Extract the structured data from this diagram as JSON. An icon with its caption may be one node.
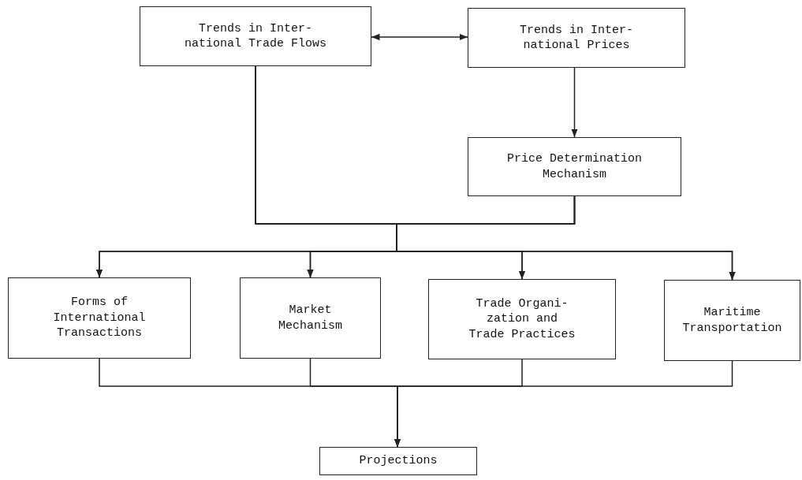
{
  "diagram": {
    "nodes": [
      {
        "text": [
          "Trends in Inter- national Trade Flows"
        ]
      },
      {
        "text": [
          "Trends in Inter- national Prices"
        ]
      },
      {
        "text": [
          "Price Determination Mechanism"
        ]
      },
      {
        "text": [
          "Forms of International Transactions"
        ]
      },
      {
        "text": [
          "Market Mechanism"
        ]
      },
      {
        "text": [
          "Trade Organi- zation and Trade Practices"
        ]
      },
      {
        "text": [
          "Maritime Transportation"
        ]
      },
      {
        "text": [
          "Projections"
        ]
      }
    ],
    "edges": [
      {
        "from": 0,
        "to": 1,
        "arrow": "both"
      },
      {
        "from": 1,
        "to": 2,
        "arrow": "to"
      },
      {
        "from": 0,
        "to": 3,
        "arrow": "to"
      },
      {
        "from": 0,
        "to": 4,
        "arrow": "to"
      },
      {
        "from": 0,
        "to": 5,
        "arrow": "to"
      },
      {
        "from": 0,
        "to": 6,
        "arrow": "to"
      },
      {
        "from": 2,
        "to": 3,
        "arrow": "to"
      },
      {
        "from": 2,
        "to": 4,
        "arrow": "to"
      },
      {
        "from": 2,
        "to": 5,
        "arrow": "to"
      },
      {
        "from": 2,
        "to": 6,
        "arrow": "to"
      },
      {
        "from": 3,
        "to": 7,
        "arrow": "to"
      },
      {
        "from": 4,
        "to": 7,
        "arrow": "to"
      },
      {
        "from": 5,
        "to": 7,
        "arrow": "to"
      },
      {
        "from": 6,
        "to": 7,
        "arrow": "to"
      }
    ]
  }
}
